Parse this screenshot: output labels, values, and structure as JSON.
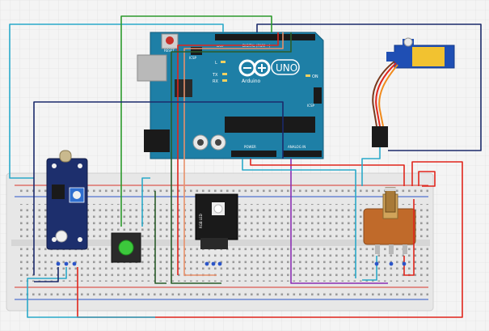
{
  "board": {
    "brand": "UNO",
    "sub_brand": "Arduino",
    "reset_label": "RESET",
    "icsp_label": "ICSP",
    "icsp2_label": "ICSP",
    "l_label": "L",
    "tx_label": "TX",
    "rx_label": "RX",
    "on_label": "ON",
    "power_label": "POWER",
    "analog_label": "ANALOG IN",
    "digital_label": "DIGITAL (PWM ~)",
    "aref_label": "AREF"
  },
  "rgb_module": {
    "label": "RGB LED"
  },
  "colors": {
    "board": "#1e7fa6",
    "board_edge": "#145d7c",
    "breadboard": "#e9e9e9",
    "rail_red": "#d9342b",
    "rail_blue": "#2b55c8",
    "module_pcb": "#1d2f6d",
    "wire_darkblue": "#1b2a6b",
    "wire_cyan": "#2aa9c9",
    "wire_green": "#2c9a2c",
    "wire_red": "#e0251b",
    "wire_purple": "#8b2fb3",
    "wire_salmon": "#e8906a",
    "wire_darkgreen": "#2a5d2a",
    "wire_brown": "#7a3a1e"
  }
}
